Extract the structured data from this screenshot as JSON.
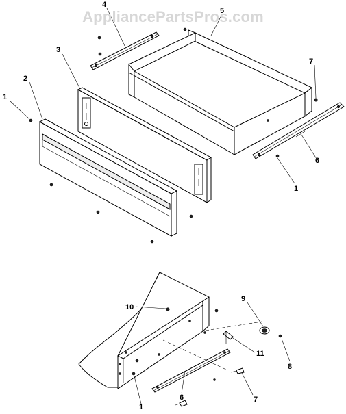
{
  "watermark": "AppliancePartsPros.com",
  "callouts": {
    "top": [
      "1",
      "2",
      "3",
      "4",
      "5",
      "6",
      "7",
      "1"
    ],
    "bottom": [
      "10",
      "9",
      "8",
      "11",
      "7",
      "6",
      "1"
    ]
  }
}
